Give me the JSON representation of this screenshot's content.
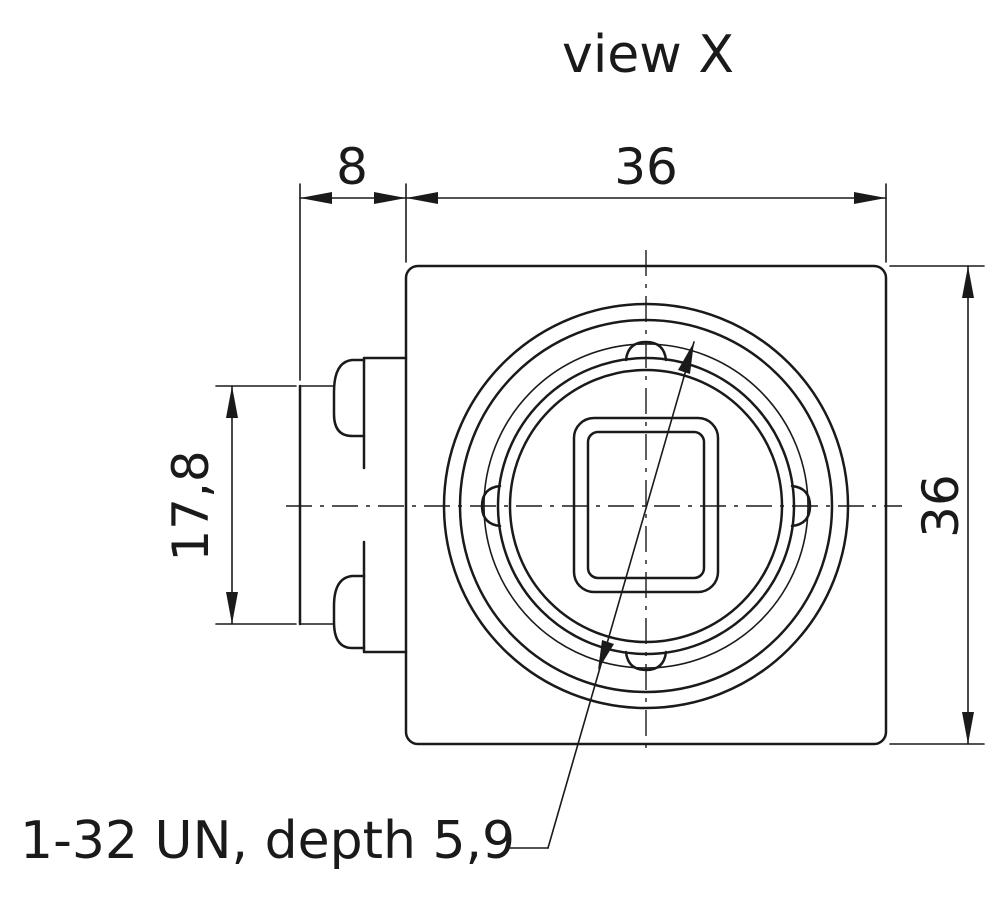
{
  "view_title": "view X",
  "dimensions": {
    "connector_offset": "8",
    "body_width": "36",
    "body_height": "36",
    "connector_spacing": "17,8"
  },
  "thread_note": "1-32 UN, depth 5,9"
}
